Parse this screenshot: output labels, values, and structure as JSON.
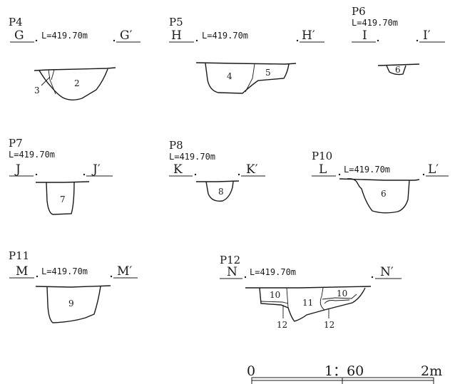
{
  "sections": [
    {
      "id": "p4",
      "name": "P4",
      "left": "G",
      "right": "G′",
      "level": "L=419.70m",
      "layers": [
        "2",
        "3"
      ]
    },
    {
      "id": "p5",
      "name": "P5",
      "left": "H",
      "right": "H′",
      "level": "L=419.70m",
      "layers": [
        "4",
        "5"
      ]
    },
    {
      "id": "p6",
      "name": "P6",
      "left": "I",
      "right": "I′",
      "level": "L=419.70m",
      "layers": [
        "6"
      ]
    },
    {
      "id": "p7",
      "name": "P7",
      "left": "J",
      "right": "J′",
      "level": "L=419.70m",
      "layers": [
        "7"
      ]
    },
    {
      "id": "p8",
      "name": "P8",
      "left": "K",
      "right": "K′",
      "level": "L=419.70m",
      "layers": [
        "8"
      ]
    },
    {
      "id": "p10",
      "name": "P10",
      "left": "L",
      "right": "L′",
      "level": "L=419.70m",
      "layers": [
        "6"
      ]
    },
    {
      "id": "p11",
      "name": "P11",
      "left": "M",
      "right": "M′",
      "level": "L=419.70m",
      "layers": [
        "9"
      ]
    },
    {
      "id": "p12",
      "name": "P12",
      "left": "N",
      "right": "N′",
      "level": "L=419.70m",
      "layers": [
        "10",
        "11",
        "10",
        "12",
        "12"
      ]
    }
  ],
  "scale_bar": {
    "start": "0",
    "ratio": "1：60",
    "end": "2m"
  }
}
